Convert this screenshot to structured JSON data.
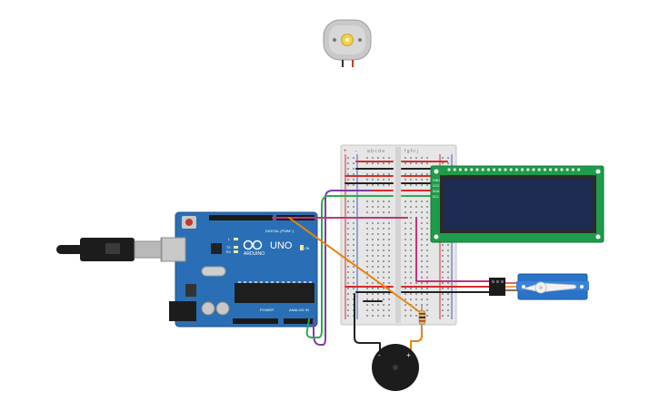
{
  "circuit": {
    "arduino": {
      "logo_text": "ARDUINO",
      "model_text": "UNO",
      "digital_label": "DIGITAL (PWM~)",
      "power_label": "POWER",
      "analog_label": "ANALOG IN",
      "led_tx": "TX",
      "led_rx": "RX",
      "led_l": "L",
      "led_on": "ON",
      "board_color": "#2a6fb5"
    },
    "lcd": {
      "pin_gnd": "GND",
      "pin_vcc": "VCC",
      "pin_sda": "SDA",
      "pin_scl": "SCL",
      "board_color": "#1e9b4b",
      "screen_color": "#1e2b52"
    },
    "breadboard": {
      "columns_left": [
        "a",
        "b",
        "c",
        "d",
        "e"
      ],
      "columns_right": [
        "f",
        "g",
        "h",
        "i",
        "j"
      ],
      "rail_plus": "+",
      "rail_minus": "-"
    },
    "buzzer": {
      "minus": "-",
      "plus": "+"
    },
    "wire_colors": {
      "power_red": "#d62d2d",
      "ground_black": "#222222",
      "purple": "#7b3fa0",
      "green": "#2fa84f",
      "magenta": "#c2337a",
      "orange": "#e8820e"
    }
  }
}
